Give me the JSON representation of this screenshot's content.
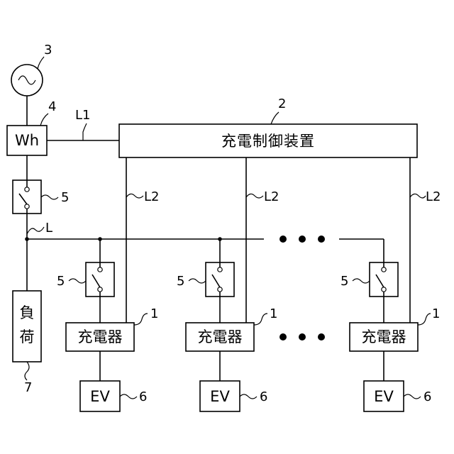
{
  "ac_source": {
    "ref": "3"
  },
  "meter": {
    "label": "Wh",
    "ref": "4"
  },
  "controller": {
    "label": "充電制御装置",
    "ref": "2"
  },
  "main_switch": {
    "ref": "5"
  },
  "load": {
    "label_top": "負",
    "label_bottom": "荷",
    "ref": "7"
  },
  "lines": {
    "l1": "L1",
    "l": "L",
    "l2": "L2"
  },
  "chargers": [
    {
      "label": "充電器",
      "ref": "1",
      "switch_ref": "5",
      "ev_label": "EV",
      "ev_ref": "6"
    },
    {
      "label": "充電器",
      "ref": "1",
      "switch_ref": "5",
      "ev_label": "EV",
      "ev_ref": "6"
    },
    {
      "label": "充電器",
      "ref": "1",
      "switch_ref": "5",
      "ev_label": "EV",
      "ev_ref": "6"
    }
  ],
  "ellipsis": "● ● ●"
}
